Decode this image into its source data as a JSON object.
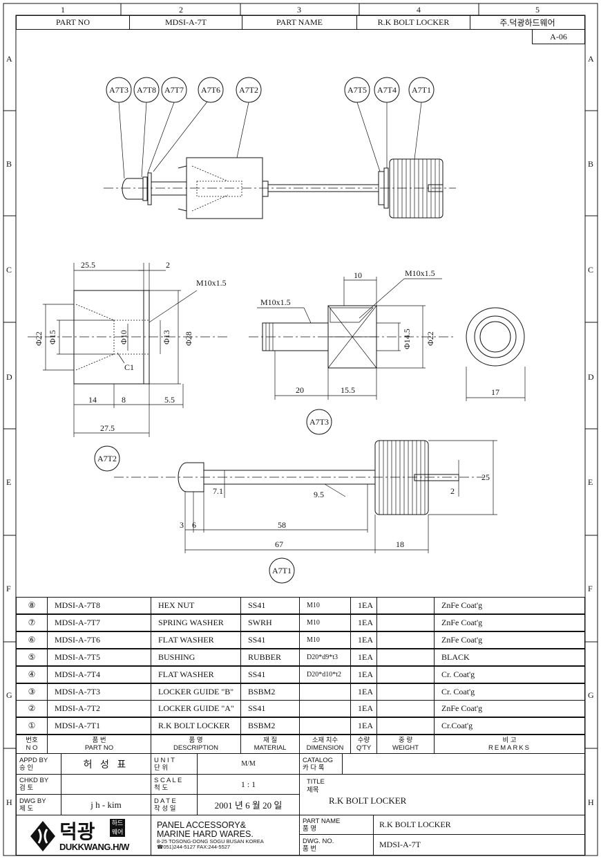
{
  "grid": {
    "columns": [
      "1",
      "2",
      "3",
      "4",
      "5"
    ],
    "rows": [
      "A",
      "B",
      "C",
      "D",
      "E",
      "F",
      "G",
      "H"
    ]
  },
  "header": {
    "part_no_label": "PART NO",
    "part_no": "MDSI-A-7T",
    "part_name_label": "PART NAME",
    "part_name": "R.K BOLT LOCKER",
    "company": "주.덕광하드웨어",
    "sheet": "A-06"
  },
  "balloons": {
    "assembly": [
      "A7T3",
      "A7T8",
      "A7T7",
      "A7T6",
      "A7T2",
      "A7T5",
      "A7T4",
      "A7T1"
    ],
    "view_a7t2": "A7T2",
    "view_a7t3": "A7T3",
    "view_a7t1": "A7T1"
  },
  "dims": {
    "a7t2": [
      "25.5",
      "2",
      "M10x1.5",
      "Φ22",
      "Φ15",
      "Φ10",
      "Φ13",
      "Φ28",
      "C1",
      "14",
      "8",
      "5.5",
      "27.5"
    ],
    "a7t3": [
      "10",
      "M10x1.5",
      "M10x1.5",
      "Φ14.5",
      "Φ22",
      "20",
      "15.5",
      "17"
    ],
    "a7t1": [
      "7.1",
      "9.5",
      "2",
      "25",
      "3",
      "6",
      "58",
      "67",
      "18"
    ]
  },
  "parts": {
    "headers": {
      "no_ko": "번호",
      "no": "N O",
      "part_ko": "품 번",
      "part": "PART NO",
      "desc_ko": "품 명",
      "desc": "DESCRIPTION",
      "mat_ko": "재 질",
      "mat": "MATERIAL",
      "dim_ko": "소재 치수",
      "dim": "DIMENSION",
      "qty_ko": "수량",
      "qty": "Q'TY",
      "wt_ko": "중 량",
      "wt": "WEIGHT",
      "rem_ko": "비 고",
      "rem": "REMARKS"
    },
    "rows": [
      {
        "no": "⑧",
        "part": "MDSI-A-7T8",
        "desc": "HEX NUT",
        "mat": "SS41",
        "dim": "M10",
        "qty": "1EA",
        "weight": "",
        "remarks": "ZnFe Coat'g"
      },
      {
        "no": "⑦",
        "part": "MDSI-A-7T7",
        "desc": "SPRING WASHER",
        "mat": "SWRH",
        "dim": "M10",
        "qty": "1EA",
        "weight": "",
        "remarks": "ZnFe Coat'g"
      },
      {
        "no": "⑥",
        "part": "MDSI-A-7T6",
        "desc": "FLAT WASHER",
        "mat": "SS41",
        "dim": "M10",
        "qty": "1EA",
        "weight": "",
        "remarks": "ZnFe Coat'g"
      },
      {
        "no": "⑤",
        "part": "MDSI-A-7T5",
        "desc": "BUSHING",
        "mat": "RUBBER",
        "dim": "D20*d9*t3",
        "qty": "1EA",
        "weight": "",
        "remarks": "BLACK"
      },
      {
        "no": "④",
        "part": "MDSI-A-7T4",
        "desc": "FLAT WASHER",
        "mat": "SS41",
        "dim": "D20*d10*t2",
        "qty": "1EA",
        "weight": "",
        "remarks": "Cr. Coat'g"
      },
      {
        "no": "③",
        "part": "MDSI-A-7T3",
        "desc": "LOCKER GUIDE \"B\"",
        "mat": "BSBM2",
        "dim": "",
        "qty": "1EA",
        "weight": "",
        "remarks": "Cr. Coat'g"
      },
      {
        "no": "②",
        "part": "MDSI-A-7T2",
        "desc": "LOCKER GUIDE \"A\"",
        "mat": "SS41",
        "dim": "",
        "qty": "1EA",
        "weight": "",
        "remarks": "ZnFe Coat'g"
      },
      {
        "no": "①",
        "part": "MDSI-A-7T1",
        "desc": "R.K BOLT LOCKER",
        "mat": "BSBM2",
        "dim": "",
        "qty": "1EA",
        "weight": "",
        "remarks": "Cr.Coat'g"
      }
    ]
  },
  "title_block": {
    "appd_en": "APPD BY",
    "appd_ko": "승 인",
    "appd": "허 성 표",
    "chkd_en": "CHKD BY",
    "chkd_ko": "검 토",
    "chkd": "",
    "dwg_en": "DWG BY",
    "dwg_ko": "제 도",
    "dwg": "j h - kim",
    "unit_en": "U N I T",
    "unit_ko": "단 위",
    "unit": "M/M",
    "scale_en": "S C A L E",
    "scale_ko": "척 도",
    "scale": "1 : 1",
    "date_en": "D A T E",
    "date_ko": "작 성 일",
    "date": "2001 년 6 월 20 일",
    "catalog_en": "CATALOG",
    "catalog_ko": "카 다 록",
    "catalog": "",
    "title_en": "TITLE",
    "title_ko": "제목",
    "title": "R.K BOLT LOCKER",
    "logo_ko": "덕광",
    "logo_side": "하드웨어",
    "logo_en": "DUKKWANG.H/W",
    "company_1": "PANEL ACCESSORY&",
    "company_2": "MARINE HARD WARES.",
    "address": "8-25 TOSONG-DONG SOGU BUSAN KOREA",
    "phone": "☎051)244-5127 FAX:244-5527",
    "pname_en": "PART NAME",
    "pname_ko": "품 명",
    "pname": "R.K BOLT LOCKER",
    "dwgno_en": "DWG. NO.",
    "dwgno_ko": "품 번",
    "dwgno": "MDSI-A-7T"
  }
}
